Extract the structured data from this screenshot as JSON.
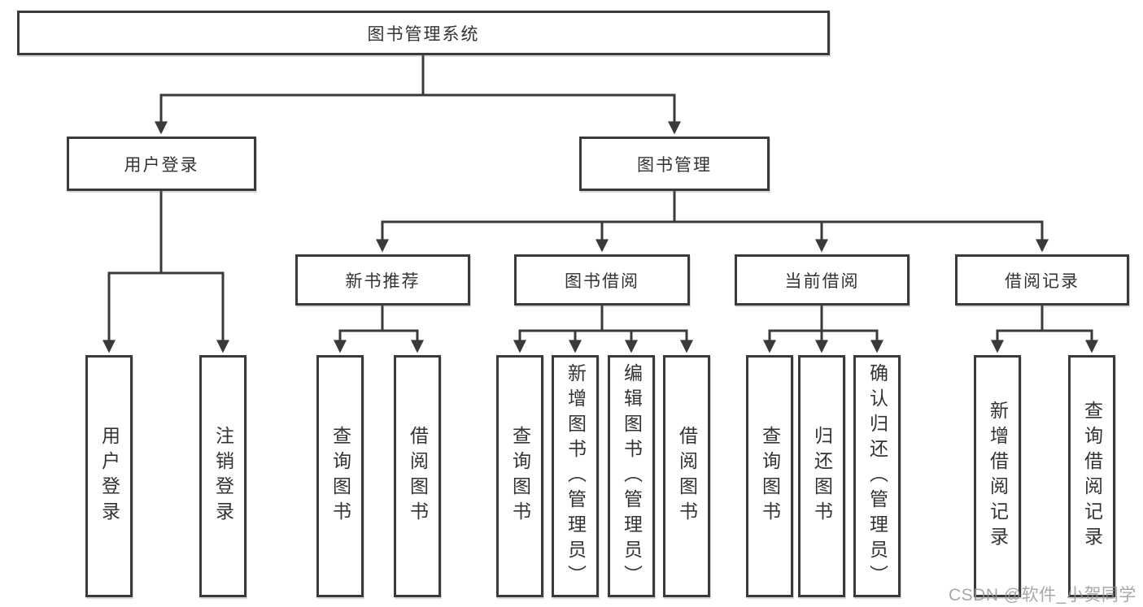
{
  "diagram": {
    "title_node": {
      "label": "图书管理系统"
    },
    "level2": [
      {
        "id": "user-login",
        "label": "用户登录"
      },
      {
        "id": "book-management",
        "label": "图书管理"
      }
    ],
    "level3": [
      {
        "id": "new-book-recommend",
        "label": "新书推荐"
      },
      {
        "id": "book-borrowing",
        "label": "图书借阅"
      },
      {
        "id": "current-borrowing",
        "label": "当前借阅"
      },
      {
        "id": "borrowing-records",
        "label": "借阅记录"
      }
    ],
    "leaves": [
      {
        "id": "user-login-leaf",
        "label": "用户登录"
      },
      {
        "id": "logout",
        "label": "注销登录"
      },
      {
        "id": "query-books-1",
        "label": "查询图书"
      },
      {
        "id": "borrow-books-1",
        "label": "借阅图书"
      },
      {
        "id": "query-books-2",
        "label": "查询图书"
      },
      {
        "id": "add-books-admin",
        "label": "新增图书（管理员）"
      },
      {
        "id": "edit-books-admin",
        "label": "编辑图书（管理员）"
      },
      {
        "id": "borrow-books-2",
        "label": "借阅图书"
      },
      {
        "id": "query-books-3",
        "label": "查询图书"
      },
      {
        "id": "return-books",
        "label": "归还图书"
      },
      {
        "id": "confirm-return-admin",
        "label": "确认归还（管理员）"
      },
      {
        "id": "add-borrow-record",
        "label": "新增借阅记录"
      },
      {
        "id": "query-borrow-record",
        "label": "查询借阅记录"
      }
    ],
    "colors": {
      "line": "#3a3a3a",
      "text": "#333333",
      "background": "#ffffff",
      "watermark": "#949494"
    }
  },
  "watermark": {
    "text": "CSDN @软件_小贺同学"
  }
}
